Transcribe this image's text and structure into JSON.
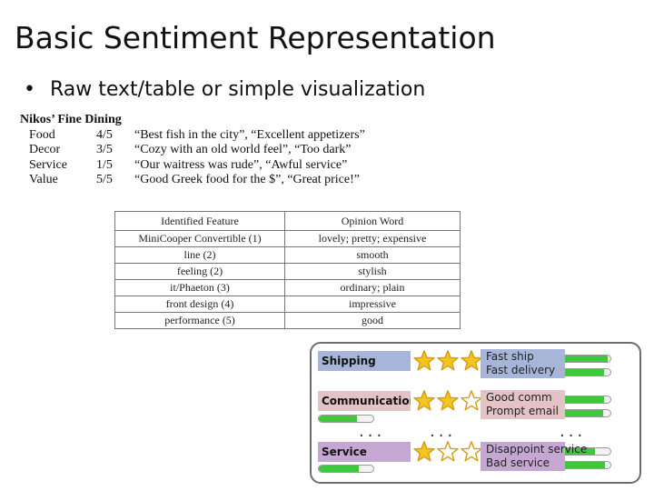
{
  "slide": {
    "title": "Basic Sentiment Representation",
    "bullet": "•",
    "bullet_text": "Raw text/table or simple visualization"
  },
  "review": {
    "name": "Nikos’ Fine Dining",
    "rows": [
      {
        "category": "Food",
        "score": "4/5",
        "quote": "“Best fish in the city”, “Excellent appetizers”"
      },
      {
        "category": "Decor",
        "score": "3/5",
        "quote": "“Cozy with an old world feel”, “Too dark”"
      },
      {
        "category": "Service",
        "score": "1/5",
        "quote": "“Our waitress was rude”, “Awful service”"
      },
      {
        "category": "Value",
        "score": "5/5",
        "quote": "“Good Greek food for the $”, “Great price!”"
      }
    ]
  },
  "feature_table": {
    "headers": [
      "Identified Feature",
      "Opinion Word"
    ],
    "rows": [
      [
        "MiniCooper Convertible (1)",
        "lovely; pretty; expensive"
      ],
      [
        "line (2)",
        "smooth"
      ],
      [
        "feeling (2)",
        "stylish"
      ],
      [
        "it/Phaeton (3)",
        "ordinary; plain"
      ],
      [
        "front design (4)",
        "impressive"
      ],
      [
        "performance (5)",
        "good"
      ]
    ]
  },
  "viz": {
    "colors": {
      "blue": "#a7b5d9",
      "pink": "#e3c3c6",
      "purple": "#c6a7d4",
      "star_fill": "#f3c61f",
      "star_stroke": "#d69a16",
      "bar_green": "#3ec83e"
    },
    "ellipsis": "...",
    "categories": [
      {
        "label": "Shipping",
        "color": "blue",
        "stars": [
          true,
          true,
          true
        ],
        "label_bar": null,
        "keywords": [
          {
            "text": "Fast ship",
            "bar": 0.95
          },
          {
            "text": "Fast delivery",
            "bar": 0.88
          }
        ]
      },
      {
        "label": "Communication",
        "color": "pink",
        "stars": [
          true,
          true,
          false
        ],
        "label_bar": 0.7,
        "keywords": [
          {
            "text": "Good comm",
            "bar": 0.88
          },
          {
            "text": "Prompt email",
            "bar": 0.86
          }
        ]
      },
      {
        "label": "Service",
        "color": "purple",
        "stars": [
          true,
          false,
          false
        ],
        "label_bar": 0.74,
        "keywords": [
          {
            "text": "Disappoint service",
            "bar": 0.72
          },
          {
            "text": "Bad service",
            "bar": 0.9
          }
        ]
      }
    ]
  }
}
